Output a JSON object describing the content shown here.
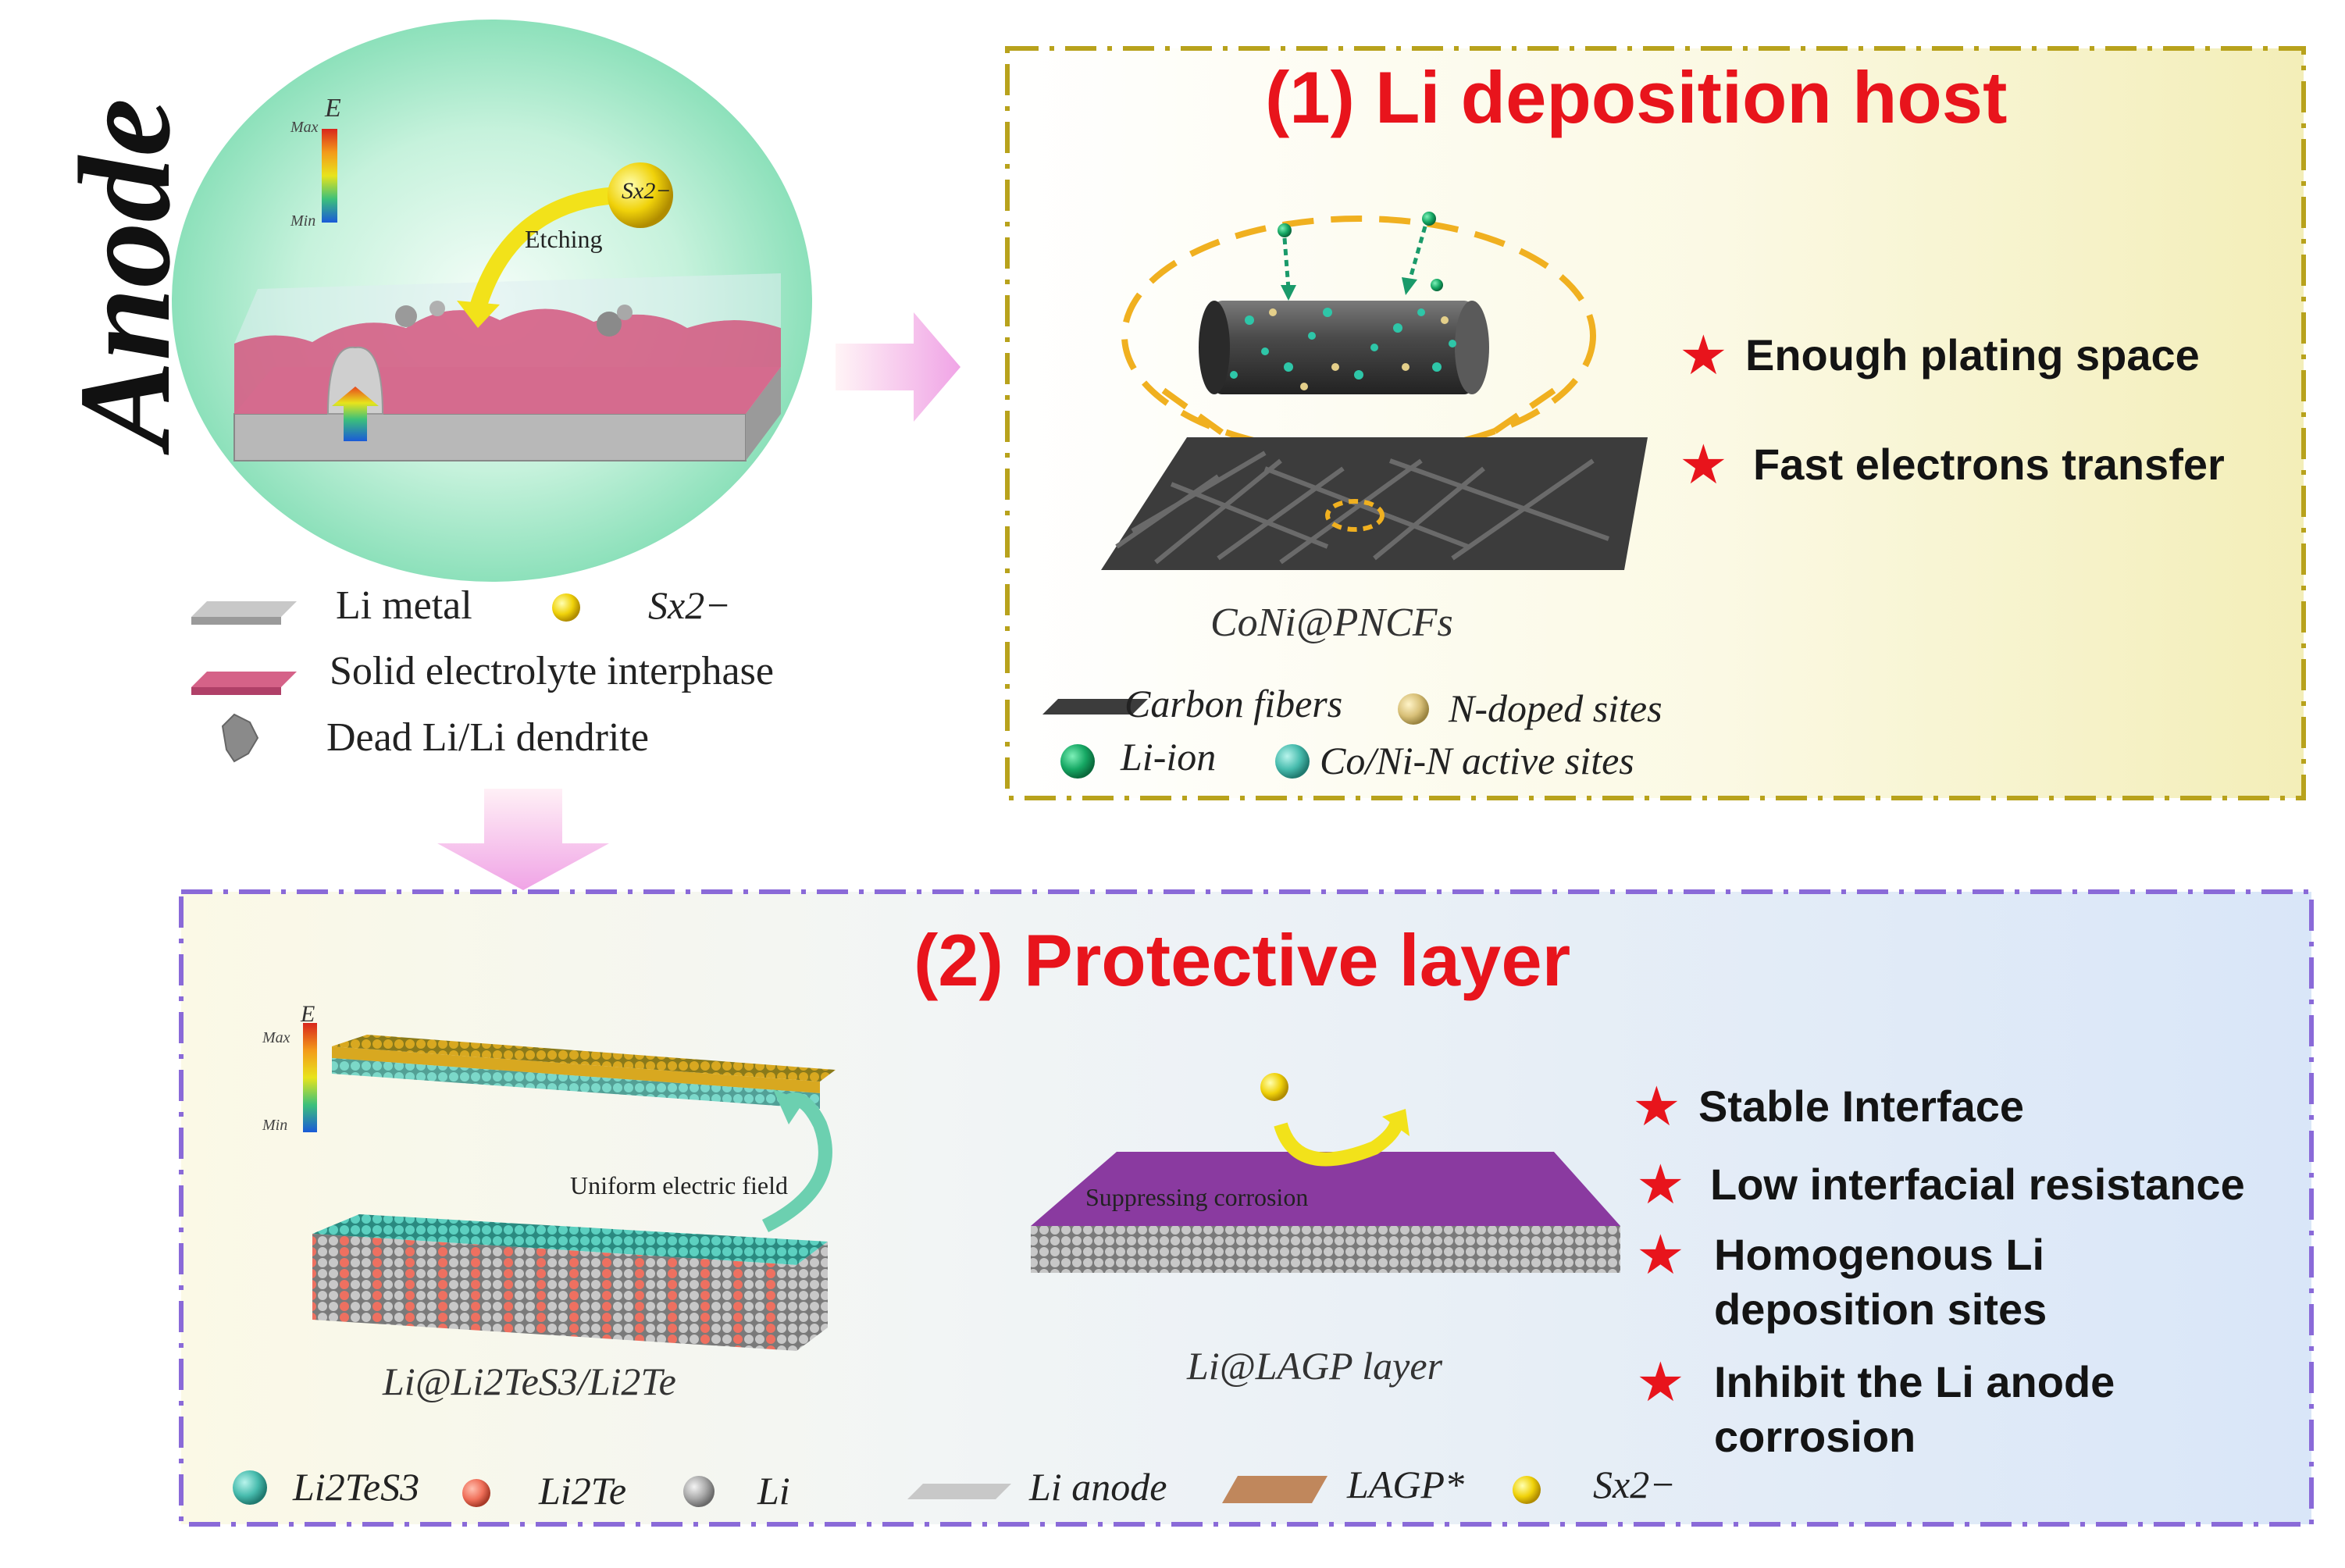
{
  "anode": {
    "title": "Anode",
    "scale_max": "Max",
    "scale_min": "Min",
    "scale_symbol": "E",
    "etching": "Etching",
    "ion_label": "Sx2−",
    "legend": {
      "li_metal": "Li metal",
      "sx": "Sx2−",
      "sei": "Solid electrolyte interphase",
      "dead_li": "Dead Li/Li dendrite"
    }
  },
  "host": {
    "title": "(1) Li deposition host",
    "material": "CoNi@PNCFs",
    "features": [
      "Enough plating space",
      "Fast electrons transfer"
    ],
    "legend": {
      "carbon_fibers": "Carbon fibers",
      "n_doped": "N-doped sites",
      "li_ion": "Li-ion",
      "coni": "Co/Ni-N active sites"
    }
  },
  "protective": {
    "title": "(2) Protective layer",
    "scale_max": "Max",
    "scale_min": "Min",
    "scale_symbol": "E",
    "uniform_field": "Uniform electric field",
    "suppressing": "Suppressing corrosion",
    "material_left": "Li@Li2TeS3/Li2Te",
    "material_right": "Li@LAGP layer",
    "features": [
      "Stable Interface",
      "Low interfacial resistance",
      "Homogenous Li",
      "deposition sites",
      "Inhibit the Li anode",
      "corrosion"
    ],
    "legend": {
      "li2tes3": "Li2TeS3",
      "li2te": "Li2Te",
      "li": "Li",
      "li_anode": "Li anode",
      "lagp": "LAGP*",
      "sx": "Sx2−"
    }
  },
  "colors": {
    "title_red": "#e8141c",
    "box1_border": "#b8a21c",
    "box2_border": "#8a6ad8",
    "sei_pink": "#d56288",
    "teal": "#52c0b0",
    "gold": "#c89a1a",
    "purple": "#8a3aa0"
  }
}
